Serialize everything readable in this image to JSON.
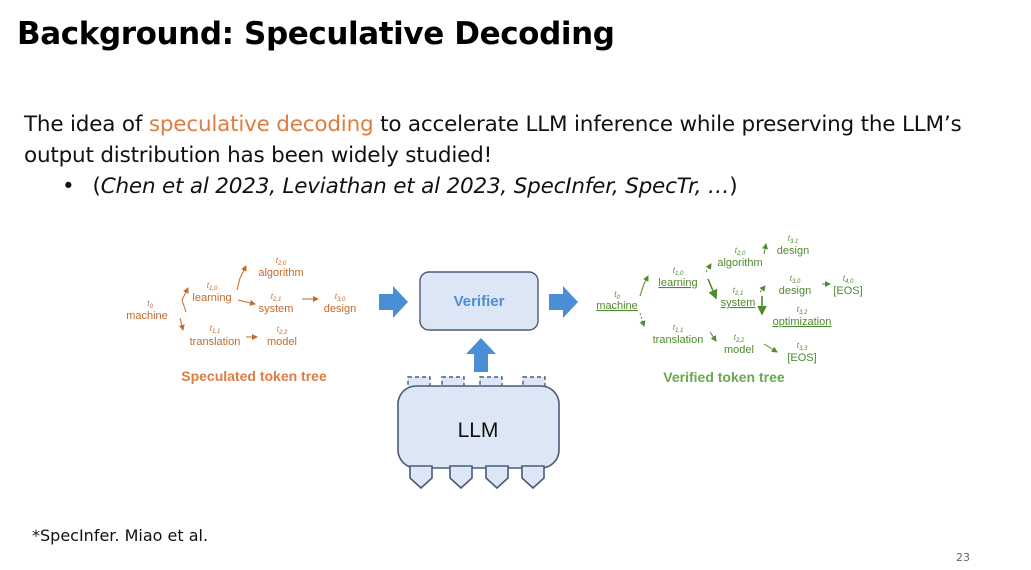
{
  "slide": {
    "title": "Background: Speculative Decoding",
    "intro_before": "The idea of ",
    "intro_highlight": "speculative decoding",
    "intro_after": " to accelerate LLM inference while preserving the LLM’s output distribution has been widely studied!",
    "bullet_open": "(",
    "bullet_refs": "Chen et al 2023, Leviathan et al 2023, SpecInfer, SpecTr, …",
    "bullet_close": ")",
    "footnote": "*SpecInfer. Miao et al.",
    "page_number": "23"
  },
  "colors": {
    "speculated": "#c46a2c",
    "verified": "#4f8a2e",
    "highlight": "#e07c3f",
    "arrow": "#4a8fd6",
    "box_fill": "#dce6f4",
    "box_stroke": "#4a5a7a"
  },
  "speculated_tree": {
    "caption": "Speculated token tree",
    "tokens": [
      {
        "id": "t0",
        "sym": "t",
        "sub": "0",
        "word": "machine"
      },
      {
        "id": "t10",
        "sym": "t",
        "sub": "1,0",
        "word": "learning"
      },
      {
        "id": "t11",
        "sym": "t",
        "sub": "1,1",
        "word": "translation"
      },
      {
        "id": "t20",
        "sym": "t",
        "sub": "2,0",
        "word": "algorithm"
      },
      {
        "id": "t21",
        "sym": "t",
        "sub": "2,1",
        "word": "system"
      },
      {
        "id": "t22",
        "sym": "t",
        "sub": "2,2",
        "word": "model"
      },
      {
        "id": "t30",
        "sym": "t",
        "sub": "3,0",
        "word": "design"
      }
    ]
  },
  "verifier": {
    "label": "Verifier"
  },
  "llm": {
    "label": "LLM"
  },
  "verified_tree": {
    "caption": "Verified token tree",
    "tokens": [
      {
        "id": "t0",
        "sym": "t",
        "sub": "0",
        "word": "machine"
      },
      {
        "id": "t10",
        "sym": "t",
        "sub": "1,0",
        "word": "learning"
      },
      {
        "id": "t11",
        "sym": "t",
        "sub": "1,1",
        "word": "translation"
      },
      {
        "id": "t20",
        "sym": "t",
        "sub": "2,0",
        "word": "algorithm"
      },
      {
        "id": "t21",
        "sym": "t",
        "sub": "2,1",
        "word": "system"
      },
      {
        "id": "t22",
        "sym": "t",
        "sub": "2,2",
        "word": "model"
      },
      {
        "id": "t31",
        "sym": "t",
        "sub": "3,1",
        "word": "design"
      },
      {
        "id": "t30",
        "sym": "t",
        "sub": "3,0",
        "word": "design"
      },
      {
        "id": "t32",
        "sym": "t",
        "sub": "3,2",
        "word": "optimization"
      },
      {
        "id": "t33",
        "sym": "t",
        "sub": "3,3",
        "word": "[EOS]"
      },
      {
        "id": "t40",
        "sym": "t",
        "sub": "4,0",
        "word": "[EOS]"
      }
    ]
  }
}
